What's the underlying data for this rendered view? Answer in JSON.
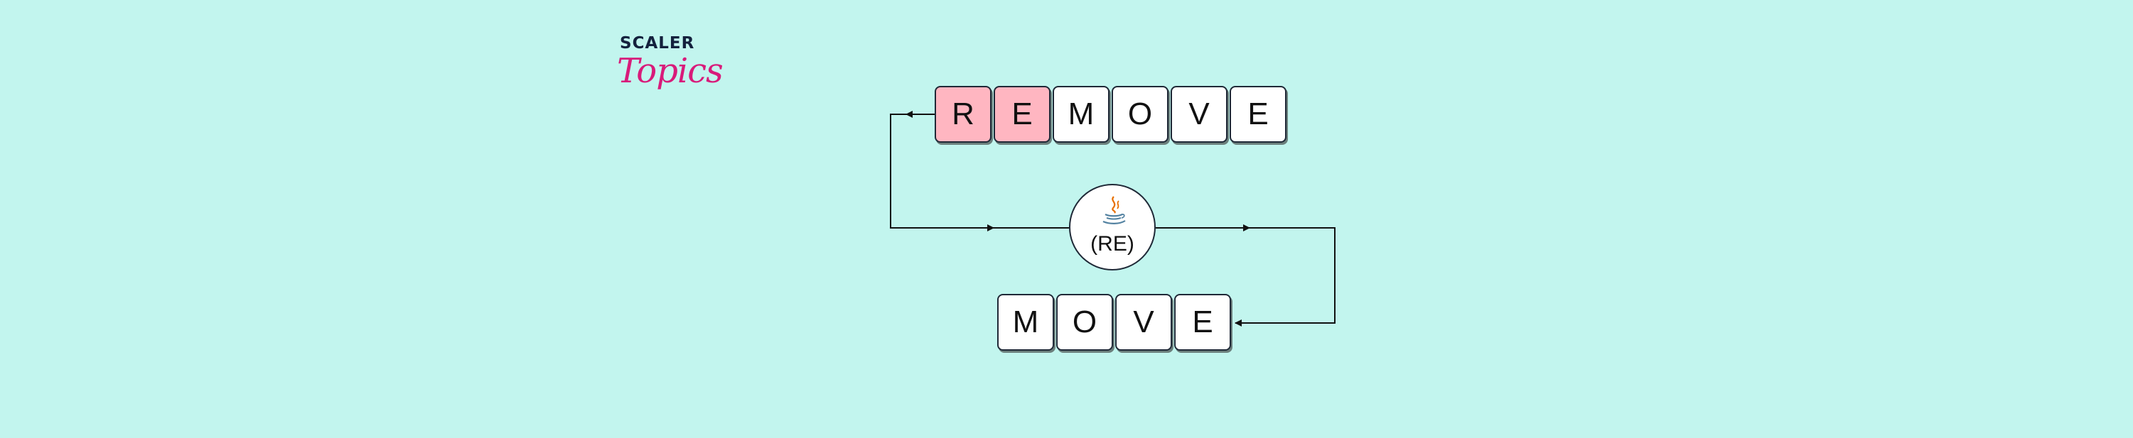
{
  "logo": {
    "top": "SCALER",
    "bottom": "Topics"
  },
  "top_word": {
    "letters": [
      "R",
      "E",
      "M",
      "O",
      "V",
      "E"
    ],
    "highlighted": [
      true,
      true,
      false,
      false,
      false,
      false
    ]
  },
  "bottom_word": {
    "letters": [
      "M",
      "O",
      "V",
      "E"
    ]
  },
  "center": {
    "label": "(RE)",
    "icon": "java-icon"
  },
  "colors": {
    "background": "#c2f5ee",
    "highlight": "#ffb6c1",
    "tile": "#ffffff",
    "logo_accent": "#d81b7a",
    "logo_dark": "#14213d"
  }
}
